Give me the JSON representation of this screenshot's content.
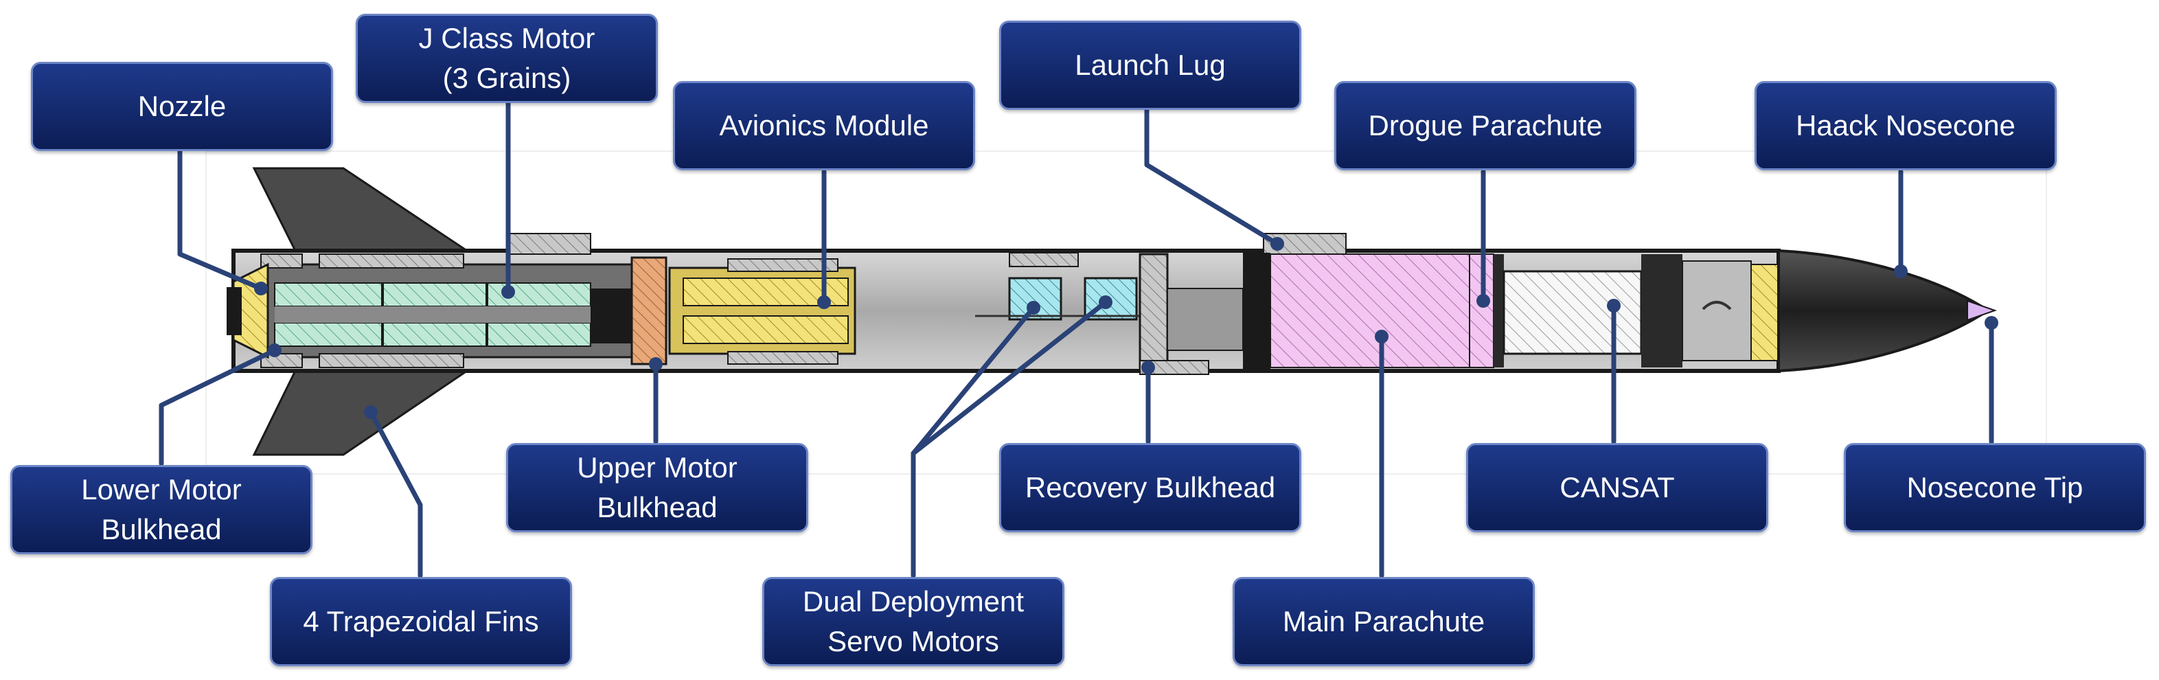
{
  "colors": {
    "box_fill": "#142a6e",
    "box_border": "#6d86c7",
    "leader_line": "#2a4277",
    "body_outline": "#1a1a1a",
    "motor_grain": "#bfe9d6",
    "avionics_sled": "#f3e27a",
    "bulkhead_copper": "#e8a878",
    "servo_housing": "#a8e6ee",
    "main_parachute": "#f2c6f0",
    "drogue_parachute": "#f2c6f0",
    "cansat": "#f4f4f4",
    "nosecone": "#2a2a2a"
  },
  "labels": {
    "nozzle": "Nozzle",
    "j_class_motor": "J Class Motor\n(3 Grains)",
    "avionics_module": "Avionics Module",
    "launch_lug": "Launch Lug",
    "drogue_parachute": "Drogue Parachute",
    "haack_nosecone": "Haack Nosecone",
    "lower_motor_bulkhead": "Lower Motor\nBulkhead",
    "upper_motor_bulkhead": "Upper Motor\nBulkhead",
    "recovery_bulkhead": "Recovery Bulkhead",
    "cansat": "CANSAT",
    "nosecone_tip": "Nosecone Tip",
    "trapezoidal_fins": "4 Trapezoidal Fins",
    "dual_deployment_servo_motors": "Dual Deployment\nServo Motors",
    "main_parachute": "Main Parachute"
  }
}
